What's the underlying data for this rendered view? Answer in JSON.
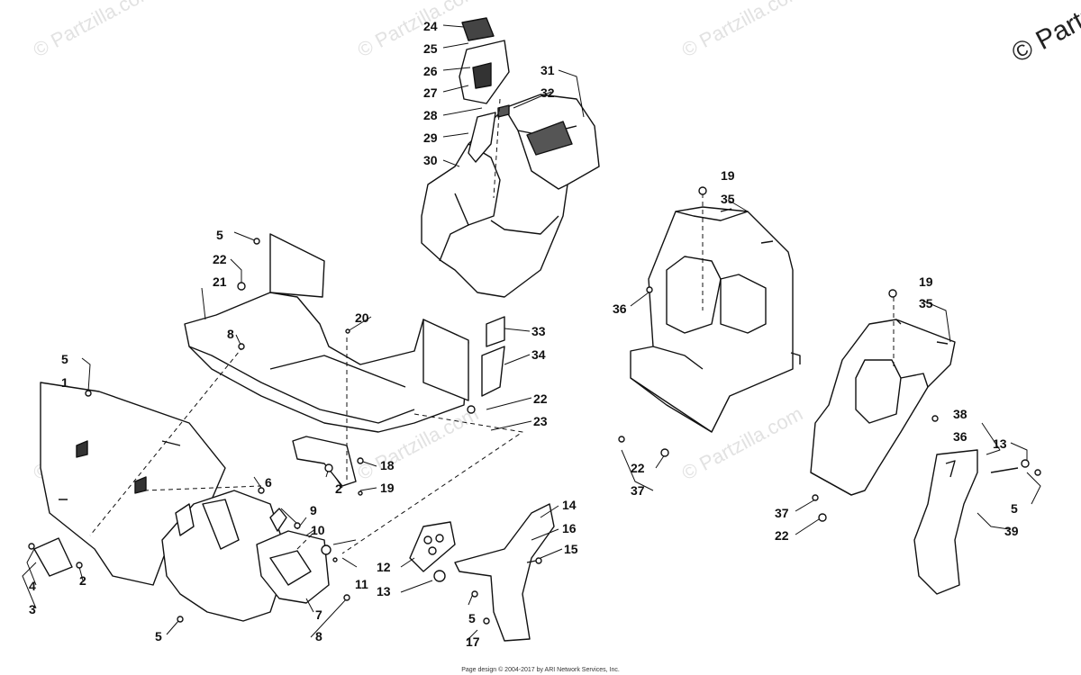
{
  "watermark": "© Partzilla.com",
  "copyright": "© Partz",
  "footer": "Page design © 2004-2017 by ARI Network Services, Inc.",
  "callouts": [
    "24",
    "25",
    "26",
    "27",
    "28",
    "29",
    "30",
    "31",
    "32",
    "19",
    "35",
    "5",
    "22",
    "21",
    "20",
    "8",
    "33",
    "34",
    "36",
    "1",
    "5",
    "2",
    "19",
    "18",
    "22",
    "23",
    "22",
    "37",
    "19",
    "35",
    "38",
    "36",
    "13",
    "5",
    "39",
    "37",
    "22",
    "6",
    "9",
    "10",
    "11",
    "12",
    "13",
    "14",
    "16",
    "15",
    "5",
    "17",
    "4",
    "3",
    "2",
    "5",
    "7",
    "8"
  ]
}
